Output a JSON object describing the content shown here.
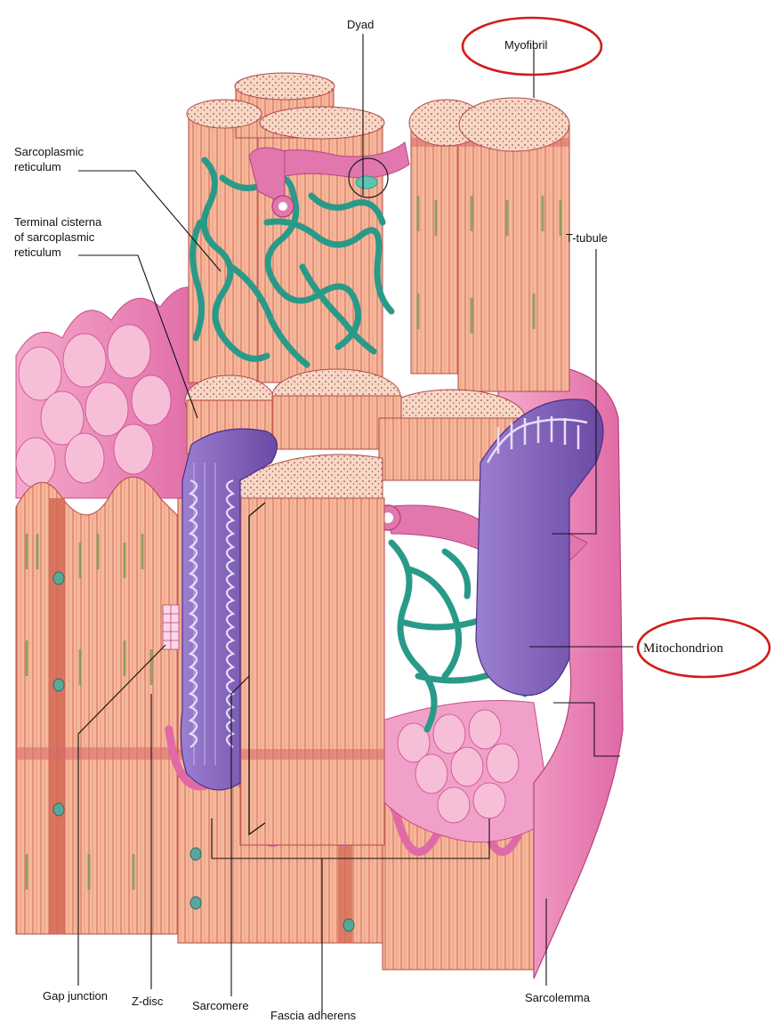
{
  "labels": {
    "dyad": "Dyad",
    "myofibril": "Myofibril",
    "sarcoplasmic_reticulum": [
      "Sarcoplasmic",
      "reticulum"
    ],
    "terminal_cisterna": [
      "Terminal cisterna",
      "of sarcoplasmic",
      "reticulum"
    ],
    "t_tubule": "T-tubule",
    "mitochondrion": "Mitochondrion",
    "sarcolemma": "Sarcolemma",
    "gap_junction": "Gap junction",
    "z_disc": "Z-disc",
    "sarcomere": "Sarcomere",
    "fascia_adherens": "Fascia adherens"
  },
  "highlighted": [
    "Myofibril",
    "Mitochondrion"
  ],
  "colors": {
    "myofibril": "#f6b79a",
    "striation": "#c95a52",
    "reticulum": "#2a9a88",
    "mitochondrion": "#7b5bb0",
    "sarcolemma": "#e77fb2",
    "highlight": "#d11b1b"
  }
}
